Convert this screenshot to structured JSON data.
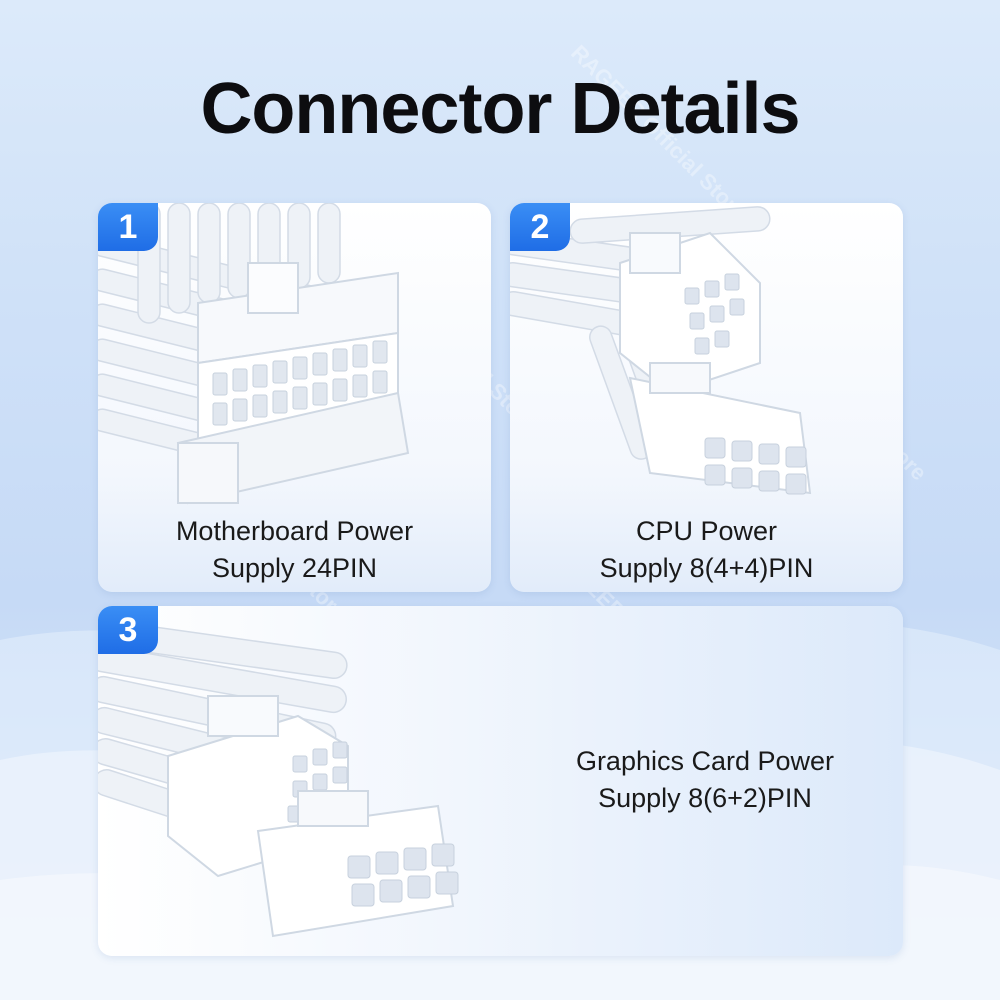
{
  "title": "Connector Details",
  "watermark": "RAGEER Official Store",
  "accent_color": "#2a7cf0",
  "cards": [
    {
      "number": "1",
      "caption_line1": "Motherboard Power",
      "caption_line2": "Supply 24PIN",
      "image": "24pin-connector-icon"
    },
    {
      "number": "2",
      "caption_line1": "CPU Power",
      "caption_line2": "Supply 8(4+4)PIN",
      "image": "8pin-cpu-connector-icon"
    },
    {
      "number": "3",
      "caption_line1": "Graphics Card Power",
      "caption_line2": "Supply 8(6+2)PIN",
      "image": "8pin-gpu-connector-icon"
    }
  ]
}
